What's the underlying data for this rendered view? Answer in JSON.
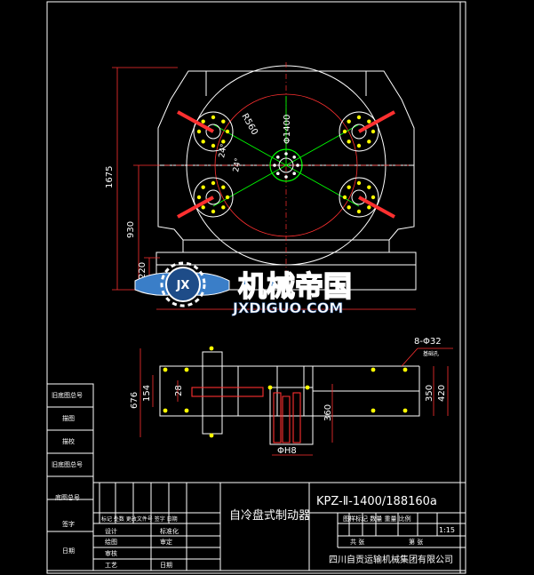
{
  "colors": {
    "background": "#000000",
    "frame": "#ffffff",
    "geometry": "#ffffff",
    "dimension": "#ff3030",
    "centerline": "#ff3030",
    "dim_text": "#ffffff",
    "bolt": "#ffff00",
    "hub": "#00ff00",
    "arm": "#ff3030",
    "watermark_fill": "#3a7ec8",
    "watermark_accent": "#ffffff"
  },
  "dimensions": {
    "radius_r560": "R560",
    "diameter_1400": "Φ1400",
    "height_1675": "1675",
    "height_930": "930",
    "height_220": "220",
    "angle_24a": "24°",
    "angle_24b": "24°",
    "side_676": "676",
    "side_154": "154",
    "side_28": "28",
    "side_360": "360",
    "side_350": "350",
    "side_420": "420",
    "bolt_holes": "8-Φ32",
    "bolt_note": "基础孔",
    "phi_h8": "ΦH8"
  },
  "watermark": {
    "title": "机械帝国",
    "url": "JXDIGUO.COM",
    "badge": "JX"
  },
  "left_stamps": [
    "旧底图总号",
    "描图",
    "描校",
    "旧底图总号",
    "底图总号",
    "签字",
    "日期"
  ],
  "title_block": {
    "drawing_code": "KPZ-Ⅱ-1400/188160a",
    "drawing_name": "自冷盘式制动器",
    "company": "四川自贡运输机械集团有限公司",
    "revision_header": "标记 处数 更改文件号 签字 日期",
    "left_labels": [
      "设计",
      "绘图",
      "审核",
      "工艺"
    ],
    "mid_labels": [
      "标准化",
      "审定",
      "",
      "日期"
    ],
    "info_header": "图样标记   数量 重量 比例",
    "scale": "1:15",
    "sheet_total": "共    张",
    "sheet_no": "第    张"
  }
}
